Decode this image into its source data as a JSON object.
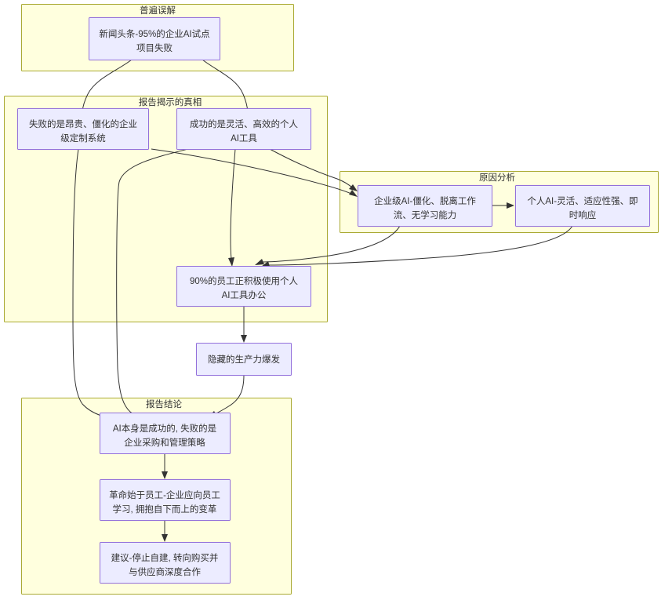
{
  "diagram": {
    "type": "flowchart",
    "title": "",
    "direction": "top-down",
    "colors": {
      "cluster_fill": "#ffffde",
      "cluster_stroke": "#aaaa33",
      "node_fill": "#ececff",
      "node_stroke": "#9370db",
      "edge_stroke": "#333333",
      "text": "#333333"
    },
    "clusters": [
      {
        "id": "c1",
        "label": "普遍误解"
      },
      {
        "id": "c2",
        "label": "报告揭示的真相"
      },
      {
        "id": "c3",
        "label": "原因分析"
      },
      {
        "id": "c4",
        "label": "报告结论"
      }
    ],
    "nodes": [
      {
        "id": "n1",
        "cluster": "c1",
        "line1": "新闻头条-95%的企业AI试点",
        "line2": "项目失败"
      },
      {
        "id": "n2",
        "cluster": "c2",
        "line1": "失败的是昂贵、僵化的企业",
        "line2": "级定制系统"
      },
      {
        "id": "n3",
        "cluster": "c2",
        "line1": "成功的是灵活、高效的个人",
        "line2": "AI工具"
      },
      {
        "id": "n4",
        "cluster": "c3",
        "line1": "企业级AI-僵化、脱离工作",
        "line2": "流、无学习能力"
      },
      {
        "id": "n5",
        "cluster": "c3",
        "line1": "个人AI-灵活、适应性强、即",
        "line2": "时响应"
      },
      {
        "id": "n6",
        "cluster": "c2",
        "line1": "90%的员工正积极使用个人",
        "line2": "AI工具办公"
      },
      {
        "id": "n7",
        "cluster": "",
        "line1": "隐藏的生产力爆发",
        "line2": ""
      },
      {
        "id": "n8",
        "cluster": "c4",
        "line1": "AI本身是成功的, 失败的是",
        "line2": "企业采购和管理策略"
      },
      {
        "id": "n9",
        "cluster": "c4",
        "line1": "革命始于员工-企业应向员工",
        "line2": "学习, 拥抱自下而上的变革"
      },
      {
        "id": "n10",
        "cluster": "c4",
        "line1": "建议-停止自建, 转向购买并",
        "line2": "与供应商深度合作"
      }
    ],
    "edges": [
      {
        "from": "n1",
        "to": "n2"
      },
      {
        "from": "n1",
        "to": "n3"
      },
      {
        "from": "n2",
        "to": "n4"
      },
      {
        "from": "n3",
        "to": "n4"
      },
      {
        "from": "n3",
        "to": "n5"
      },
      {
        "from": "n3",
        "to": "n6"
      },
      {
        "from": "n4",
        "to": "n6"
      },
      {
        "from": "n5",
        "to": "n6"
      },
      {
        "from": "n4",
        "to": "n5"
      },
      {
        "from": "n6",
        "to": "n7"
      },
      {
        "from": "n2",
        "to": "n8"
      },
      {
        "from": "n3",
        "to": "n8"
      },
      {
        "from": "n7",
        "to": "n8"
      },
      {
        "from": "n8",
        "to": "n9"
      },
      {
        "from": "n9",
        "to": "n10"
      }
    ]
  }
}
